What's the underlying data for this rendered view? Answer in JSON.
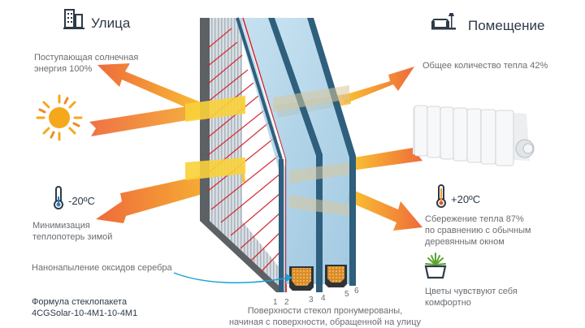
{
  "outside": {
    "heading": "Улица",
    "icon": "buildings-icon",
    "solar_label_line1": "Поступающая солнечная",
    "solar_label_line2": "энергия 100%",
    "temperature": "-20ºC",
    "heatloss_line1": "Минимизация",
    "heatloss_line2": "теплопотерь зимой",
    "coating_label": "Нанонапыление оксидов серебра",
    "formula_line1": "Формула стеклопакета",
    "formula_line2": "4CGSolar-10-4M1-10-4M1"
  },
  "inside": {
    "heading": "Помещение",
    "icon": "sofa-lamp-icon",
    "total_heat_label": "Общее количество тепла 42%",
    "temperature": "+20ºC",
    "saving_line1": "Сбережение тепла 87%",
    "saving_line2": "по сравнению с обычным",
    "saving_line3": "деревянным окном",
    "plants_line1": "Цветы чувствуют себя",
    "plants_line2": "комфортно"
  },
  "window": {
    "surface_numbers": [
      "1",
      "2",
      "3",
      "4",
      "5",
      "6"
    ],
    "caption_line1": "Поверхности стекол пронумерованы,",
    "caption_line2": "начиная с поверхности, обращенной на улицу"
  },
  "colors": {
    "arrow_orange": "#ee6b3b",
    "arrow_yellow": "#f9c531",
    "glass": "#a9cfe6",
    "frame": "#2e5f7d",
    "coating_red": "#d21f2a",
    "text_dark": "#2e3a47",
    "text_gray": "#6a6d72"
  }
}
